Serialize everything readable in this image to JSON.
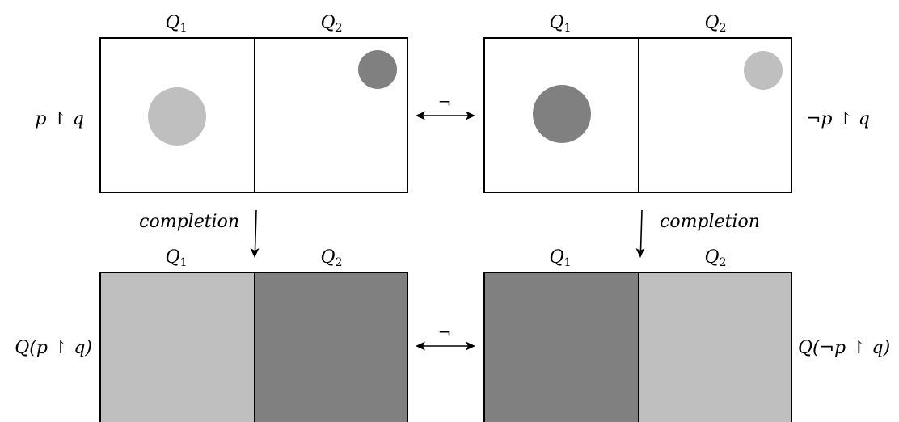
{
  "colors": {
    "light_gray": "#bfbfbf",
    "dark_gray": "#808080",
    "stroke": "#000000",
    "background": "#ffffff"
  },
  "region_labels": {
    "q1": "Q",
    "q1_sub": "1",
    "q2": "Q",
    "q2_sub": "2"
  },
  "panels": {
    "top_left": {
      "side_label": "p ↾ q"
    },
    "top_right": {
      "side_label": "¬p ↾ q"
    },
    "bottom_left": {
      "side_label": "Q(p ↾ q)"
    },
    "bottom_right": {
      "side_label": "Q(¬p ↾ q)"
    }
  },
  "arrows": {
    "negation_symbol": "¬",
    "completion_label": "completion"
  }
}
